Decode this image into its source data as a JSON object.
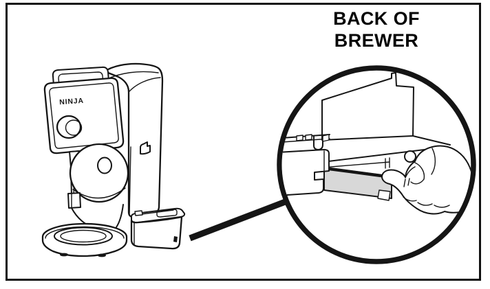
{
  "figure": {
    "title_lines": [
      "BACK OF",
      "BREWER"
    ],
    "brand_label": "NINJA",
    "colors": {
      "line": "#151515",
      "tape_fill": "#d8d8d8",
      "background": "#ffffff",
      "frame_border": "#111111"
    }
  }
}
